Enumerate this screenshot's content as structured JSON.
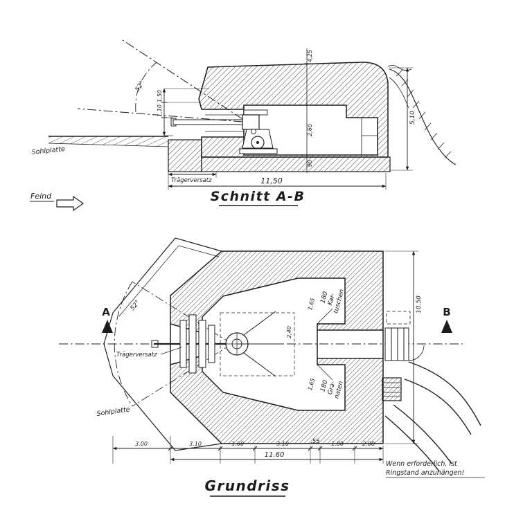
{
  "page": {
    "background": "#ffffff",
    "ink": "#1c1c1c"
  },
  "section": {
    "title": "Schnitt A-B",
    "feind": "Feind",
    "sohlplatte": "Sohlplatte",
    "traegerversatz": "Trägerversatz",
    "angle": "52°",
    "dims": {
      "total": "11,50",
      "height_right": "5,10",
      "roof": "4,25",
      "interior": "2,60",
      "floor": "90",
      "left_upper": "1,50",
      "left_lower": "1,10"
    }
  },
  "plan": {
    "title": "Grundriss",
    "marker_a": "A",
    "marker_b": "B",
    "angle": "52°",
    "sohlplatte": "Sohlplatte",
    "traegerversatz": "Trägerversatz",
    "kartuschen_lines": [
      "180",
      "Kar-",
      "tuschen"
    ],
    "granaten_lines": [
      "180",
      "Gra-",
      "naten"
    ],
    "niche_dim": "1,65",
    "platform_dim": "2,40",
    "bottom_dims": [
      "3.00",
      "3.10",
      "1.60",
      "3.10",
      ".55",
      "1.80",
      "2.00"
    ],
    "total": "11.60",
    "height_right": "10.50",
    "note_line1": "Wenn erforderlich, ist",
    "note_line2": "Ringstand anzuhängen!"
  }
}
